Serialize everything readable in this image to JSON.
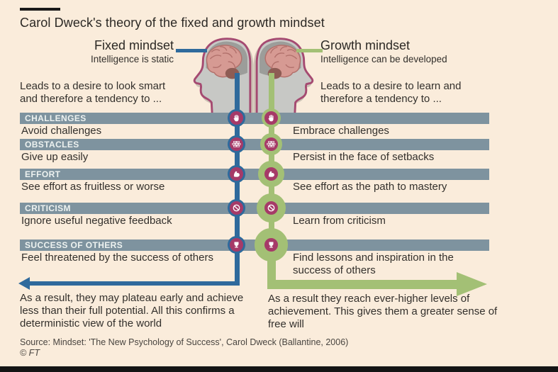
{
  "title": "Carol Dweck's theory of the fixed and growth mindset",
  "fixed": {
    "heading": "Fixed mindset",
    "subheading": "Intelligence is static",
    "lead": "Leads to a desire to look smart and therefore a tendency to  ...",
    "result": "As a result, they may plateau early and achieve less than their full potential. All this confirms a deterministic view of the world"
  },
  "growth": {
    "heading": "Growth mindset",
    "subheading": "Intelligence can be developed",
    "lead": "Leads to a desire to learn and therefore a tendency to  ...",
    "result": "As a result they reach ever-higher levels of achievement. This gives them a greater sense of free will"
  },
  "rows": [
    {
      "category": "CHALLENGES",
      "icon": "hand-icon",
      "fixed": "Avoid challenges",
      "growth": "Embrace challenges"
    },
    {
      "category": "OBSTACLES",
      "icon": "brick-wall-icon",
      "fixed": "Give up easily",
      "growth": "Persist in the face of setbacks"
    },
    {
      "category": "EFFORT",
      "icon": "flexed-arm-icon",
      "fixed": "See effort as fruitless or worse",
      "growth": "See effort as the path to mastery"
    },
    {
      "category": "CRITICISM",
      "icon": "no-entry-icon",
      "fixed": "Ignore useful negative feedback",
      "growth": "Learn from criticism"
    },
    {
      "category": "SUCCESS OF OTHERS",
      "icon": "trophy-icon",
      "fixed": "Feel threatened by the success of others",
      "growth": "Find lessons and inspiration in the success of others"
    }
  ],
  "footer": {
    "source": "Source: Mindset: 'The New Psychology of Success', Carol Dweck (Ballantine, 2006)",
    "copyright": "© FT"
  },
  "colors": {
    "background": "#faecdb",
    "category_bar": "#7e939f",
    "fixed_blue": "#2f6a9c",
    "growth_green": "#a3c075",
    "icon_magenta": "#a63a68",
    "head_outline": "#a54a71",
    "body_text": "#33302c"
  }
}
